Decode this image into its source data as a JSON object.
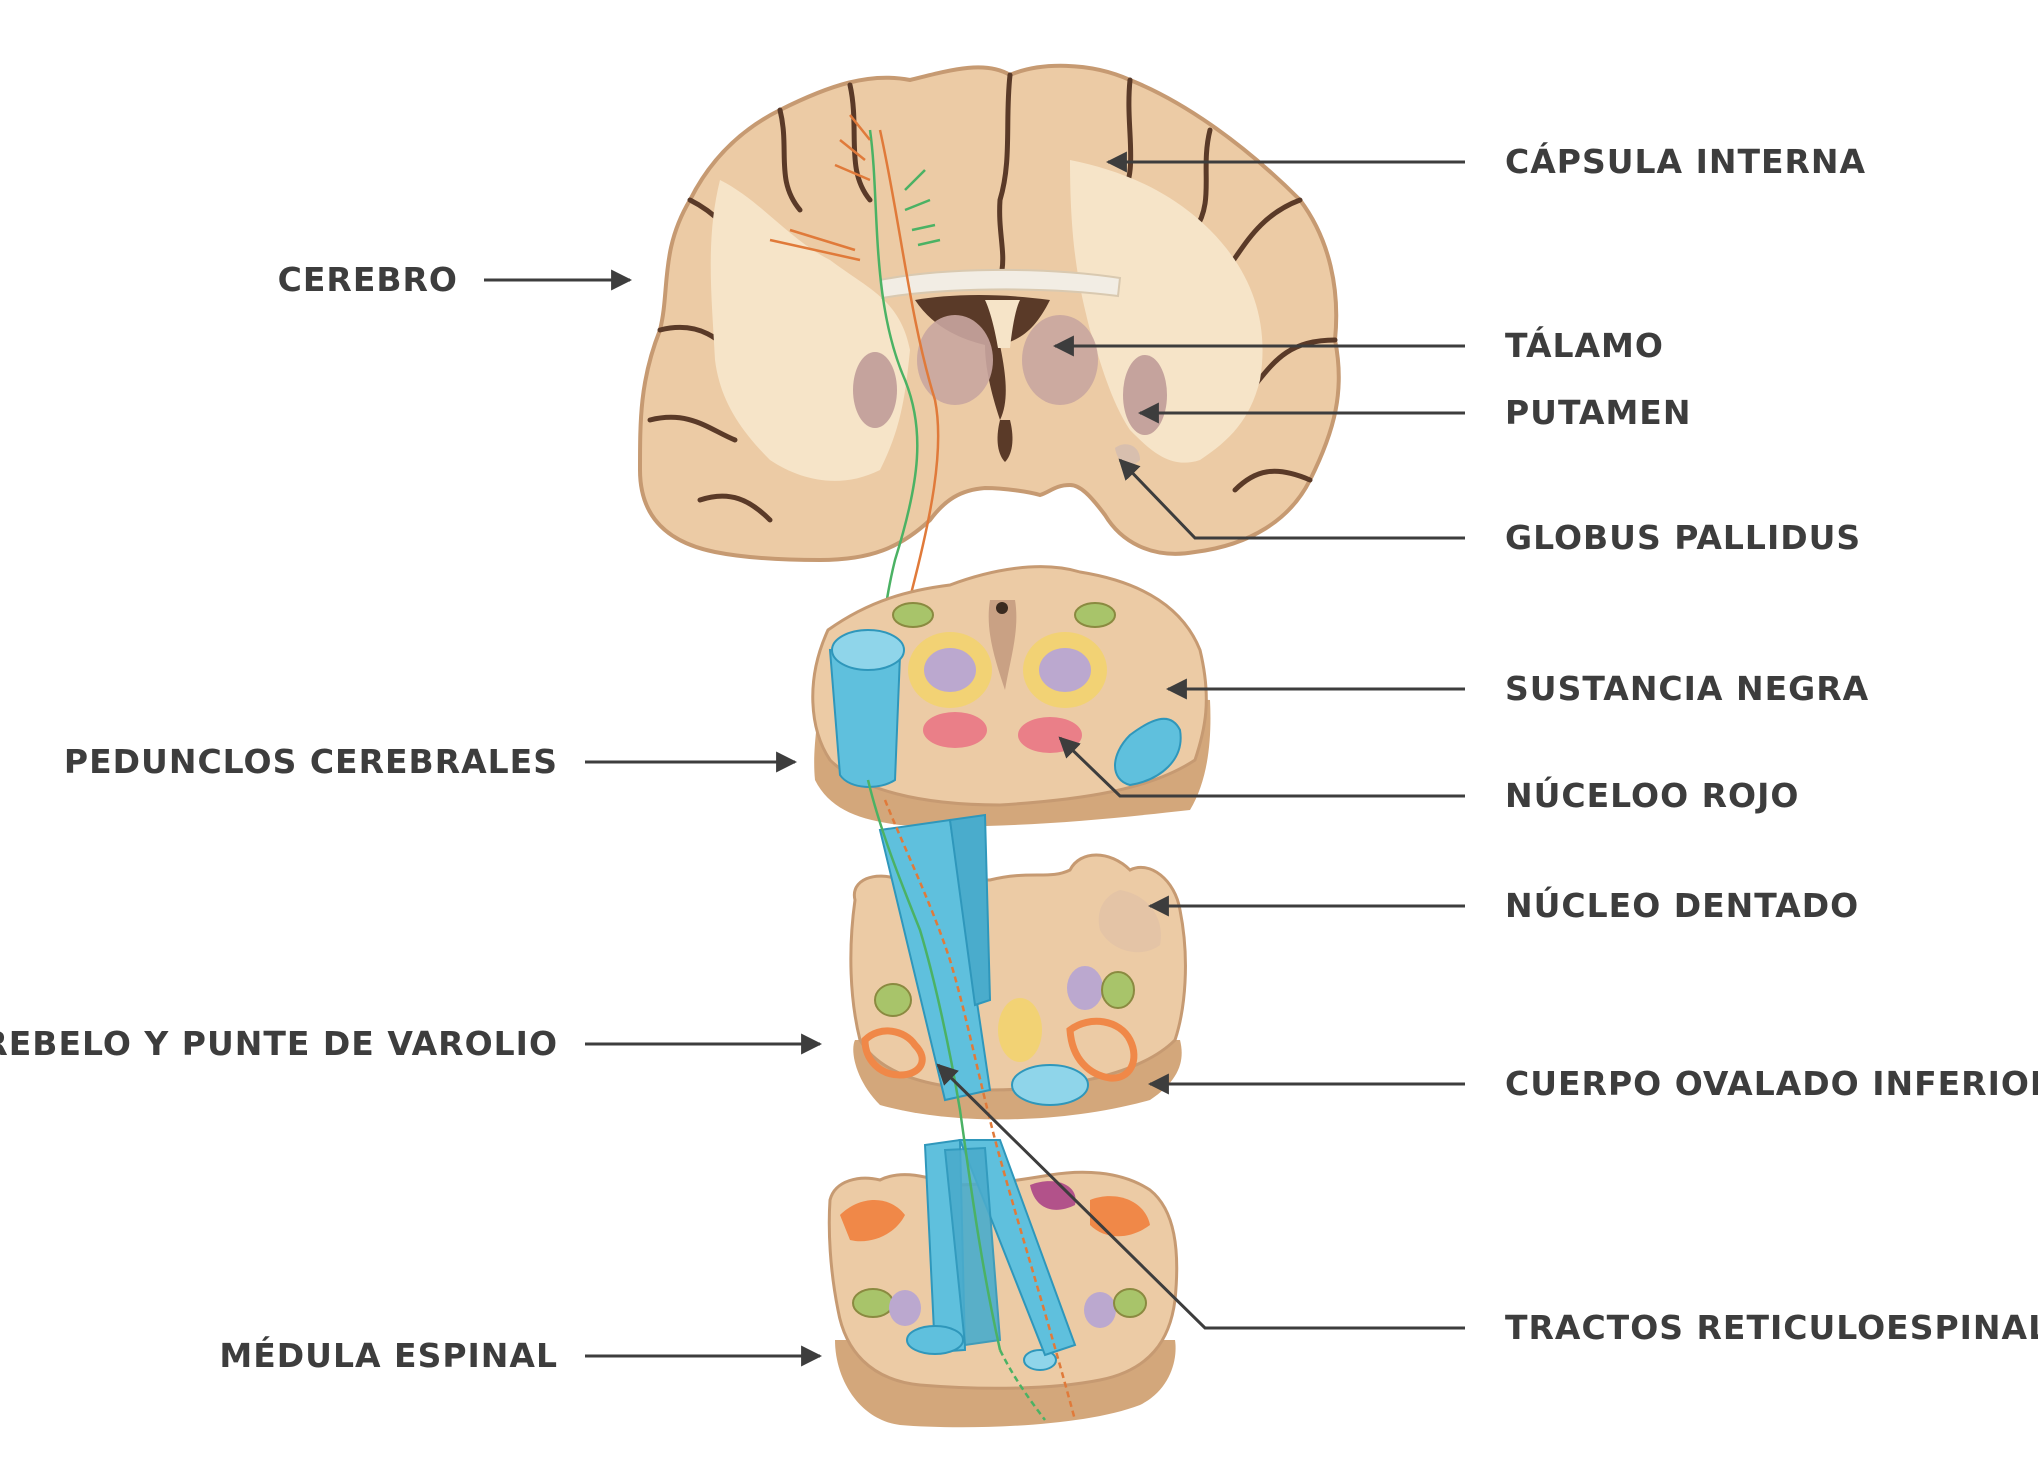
{
  "colors": {
    "tissue": "#eccba5",
    "tissue_outline": "#c69a72",
    "white_matter": "#f6e4c8",
    "slice_edge": "#d3a77b",
    "tract_blue": "#5fc0dd",
    "tract_blue_dark": "#2f97bb",
    "fiber_green": "#4bb264",
    "fiber_orange": "#e07a3a",
    "nucleus_green": "#a8c46a",
    "nucleus_purple": "#bba8cf",
    "nucleus_red": "#ea7f88",
    "nucleus_yellow": "#f2d274",
    "nucleus_orange": "#f08848",
    "nucleus_magenta": "#b2528a",
    "arrow": "#3d3d3d",
    "text": "#3d3d3d"
  },
  "labels": {
    "capsula_interna": "CÁPSULA INTERNA",
    "cerebro": "CEREBRO",
    "talamo": "TÁLAMO",
    "putamen": "PUTAMEN",
    "globus_pallidus": "GLOBUS PALLIDUS",
    "sustancia_negra": "SUSTANCIA NEGRA",
    "pedunculos_cerebrales": "PEDUNCLOS CEREBRALES",
    "nucleo_rojo": "NÚCELOO ROJO",
    "nucleo_dentado": "NÚCLEO DENTADO",
    "cerebelo_puente": "CEREBELO Y PUNTE DE VAROLIO",
    "cuerpo_ovalado": "CUERPO OVALADO INFERIOR",
    "tractos_reticuloespinales": "TRACTOS RETICULOESPINALES",
    "medula_espinal": "MÉDULA ESPINAL"
  }
}
